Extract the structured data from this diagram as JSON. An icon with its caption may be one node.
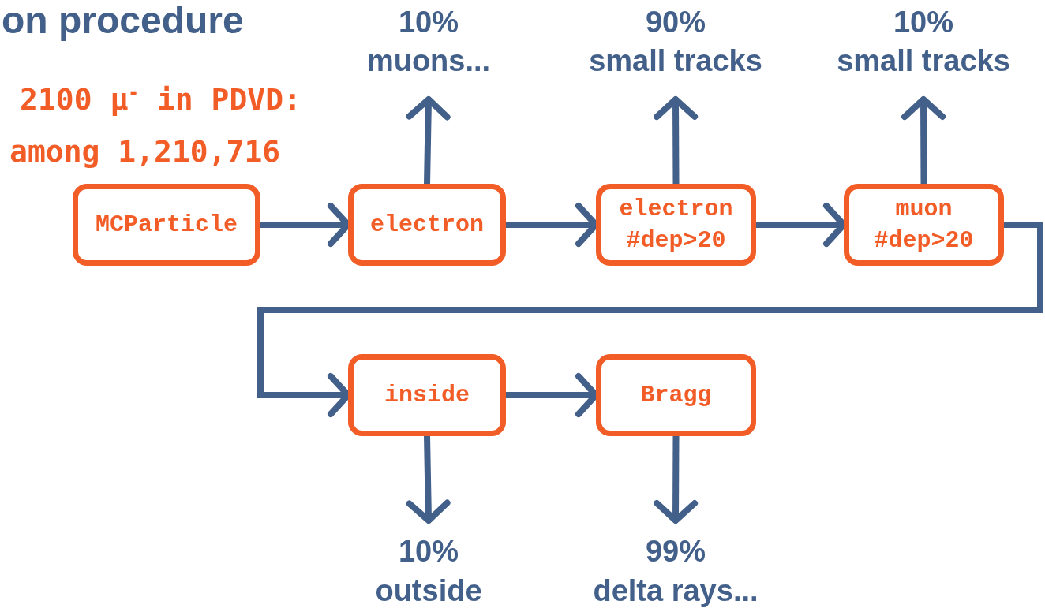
{
  "diagram": {
    "title": "on procedure",
    "nodes": [
      {
        "text": [
          "MCParticle"
        ]
      },
      {
        "text": [
          "electron"
        ]
      },
      {
        "text": [
          "electron #dep>20"
        ]
      },
      {
        "text": [
          "muon #dep>20"
        ]
      },
      {
        "text": [
          "inside"
        ]
      },
      {
        "text": [
          "Bragg"
        ]
      },
      {
        "text": [
          "10%",
          "muons..."
        ]
      },
      {
        "text": [
          "90%",
          "small tracks"
        ]
      },
      {
        "text": [
          "10%",
          "small tracks"
        ]
      },
      {
        "text": [
          "10%",
          "outside"
        ]
      },
      {
        "text": [
          "99%",
          "delta rays..."
        ]
      }
    ],
    "edges": [
      {
        "from": 0,
        "to": 1,
        "arrow": "to"
      },
      {
        "from": 1,
        "to": 2,
        "arrow": "to"
      },
      {
        "from": 2,
        "to": 3,
        "arrow": "to"
      },
      {
        "from": 3,
        "to": 4,
        "arrow": "to"
      },
      {
        "from": 4,
        "to": 5,
        "arrow": "to"
      },
      {
        "from": 1,
        "to": 6,
        "arrow": "to"
      },
      {
        "from": 2,
        "to": 7,
        "arrow": "to"
      },
      {
        "from": 3,
        "to": 8,
        "arrow": "to"
      },
      {
        "from": 4,
        "to": 9,
        "arrow": "to"
      },
      {
        "from": 5,
        "to": 10,
        "arrow": "to"
      }
    ],
    "labels": [
      "2100 μ$^{-}$ in PDVD:",
      "among 1,210,716"
    ]
  }
}
